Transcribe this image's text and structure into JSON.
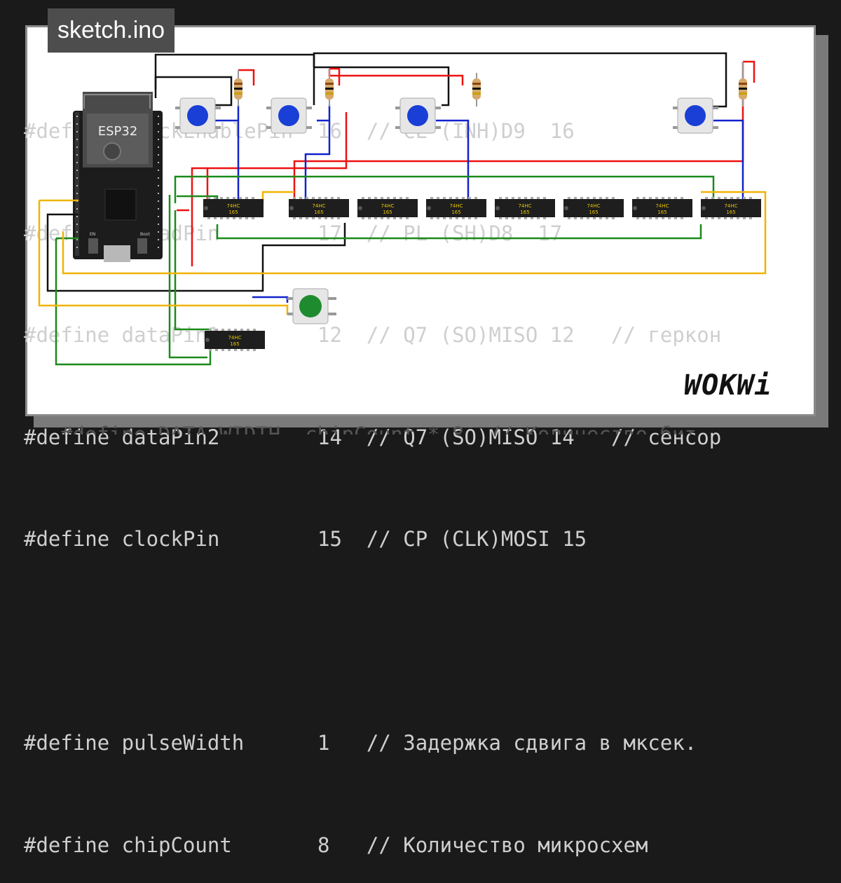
{
  "tab": {
    "filename": "sketch.ino"
  },
  "code_lines": [
    "#define clockEnablePin  16  // CE (INH)D9  16",
    "#define ploadPin        17  // PL (SH)D8  17",
    "#define dataPin1        12  // Q7 (SO)MISO 12   // геркон",
    "#define dataPin2        14  // Q7 (SO)MISO 14   // сенсор",
    "#define clockPin        15  // CP (CLK)MOSI 15",
    "",
    "#define pulseWidth      1   // Задержка сдвига в мксек.",
    "#define chipCount       8   // Количество микросхем"
  ],
  "bleed_line": "#define DATA_WIDTH  chipCount * 8  // Количество бит",
  "board": {
    "name": "ESP32",
    "button_label": "Boot",
    "pin_label": "EN"
  },
  "chip_label_top": "74HC",
  "chip_label_bottom": "165",
  "brand": "WOKWi",
  "colors": {
    "wire_red": "#e11",
    "wire_black": "#111",
    "wire_blue": "#12c",
    "wire_green": "#1a8a1a",
    "wire_yellow": "#f0b400",
    "button_blue": "#1a3fd6",
    "button_green": "#1e8c2e",
    "chip": "#1e1e1e",
    "chip_text": "#e8c400"
  }
}
